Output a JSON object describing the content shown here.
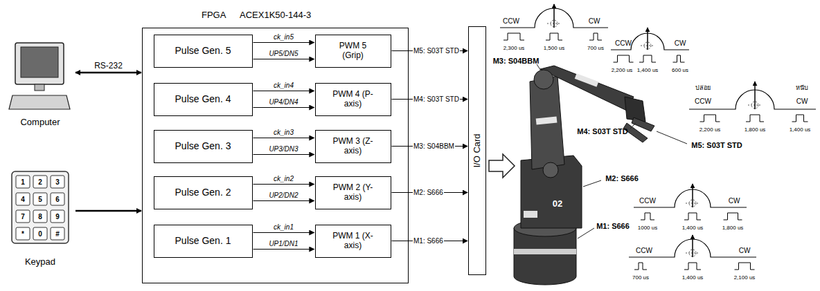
{
  "diagram": {
    "nodes": [
      {
        "text": [
          "Computer"
        ]
      },
      {
        "text": [
          "Keypad"
        ]
      },
      {
        "text": [
          "FPGA",
          "ACEX1K50-144-3"
        ]
      },
      {
        "text": [
          "Pulse Gen. 5"
        ],
        "in": 2
      },
      {
        "text": [
          "PWM 5 (Grip)"
        ],
        "in": 2
      },
      {
        "text": [
          "Pulse Gen. 4"
        ],
        "in": 2
      },
      {
        "text": [
          "PWM 4 (P-axis)"
        ],
        "in": 2
      },
      {
        "text": [
          "Pulse Gen. 3"
        ],
        "in": 2
      },
      {
        "text": [
          "PWM 3 (Z-axis)"
        ],
        "in": 2
      },
      {
        "text": [
          "Pulse Gen. 2"
        ],
        "in": 2
      },
      {
        "text": [
          "PWM 2 (Y-axis)"
        ],
        "in": 2
      },
      {
        "text": [
          "Pulse Gen. 1"
        ],
        "in": 2
      },
      {
        "text": [
          "PWM 1 (X-axis)"
        ],
        "in": 2
      },
      {
        "text": [
          "I/O Card"
        ]
      }
    ],
    "edges": [
      {
        "from": 0,
        "to": 2,
        "label": "RS-232",
        "arrow": "both"
      },
      {
        "from": 1,
        "to": 2,
        "arrow": "to"
      },
      {
        "from": 3,
        "to": 4,
        "label": "ck_in5",
        "arrow": "to"
      },
      {
        "from": 3,
        "to": 4,
        "label": "UP5/DN5",
        "arrow": "to"
      },
      {
        "from": 4,
        "to": 13,
        "label": "M5: S03T STD",
        "arrow": "to"
      },
      {
        "from": 5,
        "to": 6,
        "label": "ck_in4",
        "arrow": "to"
      },
      {
        "from": 5,
        "to": 6,
        "label": "UP4/DN4",
        "arrow": "to"
      },
      {
        "from": 6,
        "to": 13,
        "label": "M4: S03T STD",
        "arrow": "to"
      },
      {
        "from": 7,
        "to": 8,
        "label": "ck_in3",
        "arrow": "to"
      },
      {
        "from": 7,
        "to": 8,
        "label": "UP3/DN3",
        "arrow": "to"
      },
      {
        "from": 8,
        "to": 13,
        "label": "M3: S04BBM",
        "arrow": "to"
      },
      {
        "from": 9,
        "to": 10,
        "label": "ck_in2",
        "arrow": "to"
      },
      {
        "from": 9,
        "to": 10,
        "label": "UP2/DN2",
        "arrow": "to"
      },
      {
        "from": 10,
        "to": 13,
        "label": "M2: S666",
        "arrow": "to"
      },
      {
        "from": 11,
        "to": 12,
        "label": "ck_in1",
        "arrow": "to"
      },
      {
        "from": 11,
        "to": 12,
        "label": "UP1/DN1",
        "arrow": "to"
      },
      {
        "from": 12,
        "to": 13,
        "label": "M1: S666",
        "arrow": "to"
      }
    ],
    "labels": [
      "M3: S04BBM",
      "M4: S03T STD",
      "M5: S03T STD",
      "M2: S666",
      "M1: S666",
      "02",
      "CCW",
      "CW",
      "2,300 us",
      "1,500 us",
      "700 us",
      "CCW",
      "CW",
      "2,200 us",
      "1,400 us",
      "600 us",
      "ปล่อย",
      "หนีบ",
      "CCW",
      "CW",
      "2,200 us",
      "1,800 us",
      "1,400 us",
      "CCW",
      "CW",
      "1000 us",
      "1,400 us",
      "1,800 us",
      "CCW",
      "CW",
      "700 us",
      "1,400 us",
      "2,100 us",
      "1",
      "2",
      "3",
      "4",
      "5",
      "6",
      "7",
      "8",
      "9",
      "*",
      "0",
      "#"
    ]
  }
}
